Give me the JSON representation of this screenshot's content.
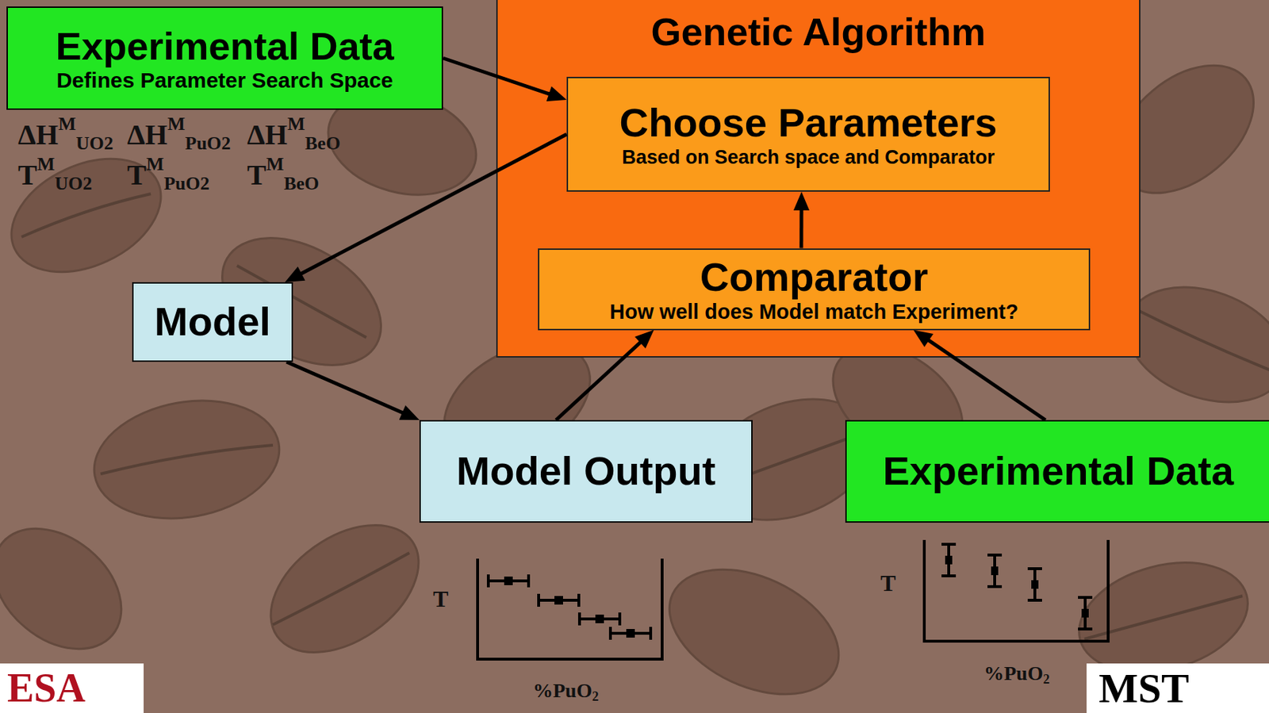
{
  "diagram": {
    "nodes": [
      {
        "text": [
          "Experimental Data",
          "Defines Parameter Search Space"
        ]
      },
      {
        "text": [
          "Genetic Algorithm"
        ]
      },
      {
        "text": [
          "Choose Parameters",
          "Based on Search space and Comparator"
        ],
        "in": 1
      },
      {
        "text": [
          "Comparator",
          "How well does Model match Experiment?"
        ],
        "in": 1
      },
      {
        "text": [
          "Model"
        ]
      },
      {
        "text": [
          "Model Output"
        ]
      },
      {
        "text": [
          "Experimental Data"
        ]
      }
    ],
    "edges": [
      {
        "from": 0,
        "to": 2,
        "arrow": "to"
      },
      {
        "from": 2,
        "to": 4,
        "arrow": "to"
      },
      {
        "from": 4,
        "to": 5,
        "arrow": "to"
      },
      {
        "from": 5,
        "to": 3,
        "arrow": "to"
      },
      {
        "from": 6,
        "to": 3,
        "arrow": "to"
      },
      {
        "from": 3,
        "to": 2,
        "arrow": "to"
      }
    ],
    "labels": [
      "ΔH",
      "M",
      "UO2",
      "ΔH",
      "M",
      "PuO2",
      "ΔH",
      "M",
      "BeO",
      "T",
      "M",
      "UO2",
      "T",
      "M",
      "PuO2",
      "T",
      "M",
      "BeO",
      "T",
      "%PuO",
      "2",
      "T",
      "%PuO",
      "2",
      "ESA",
      "MST"
    ]
  }
}
